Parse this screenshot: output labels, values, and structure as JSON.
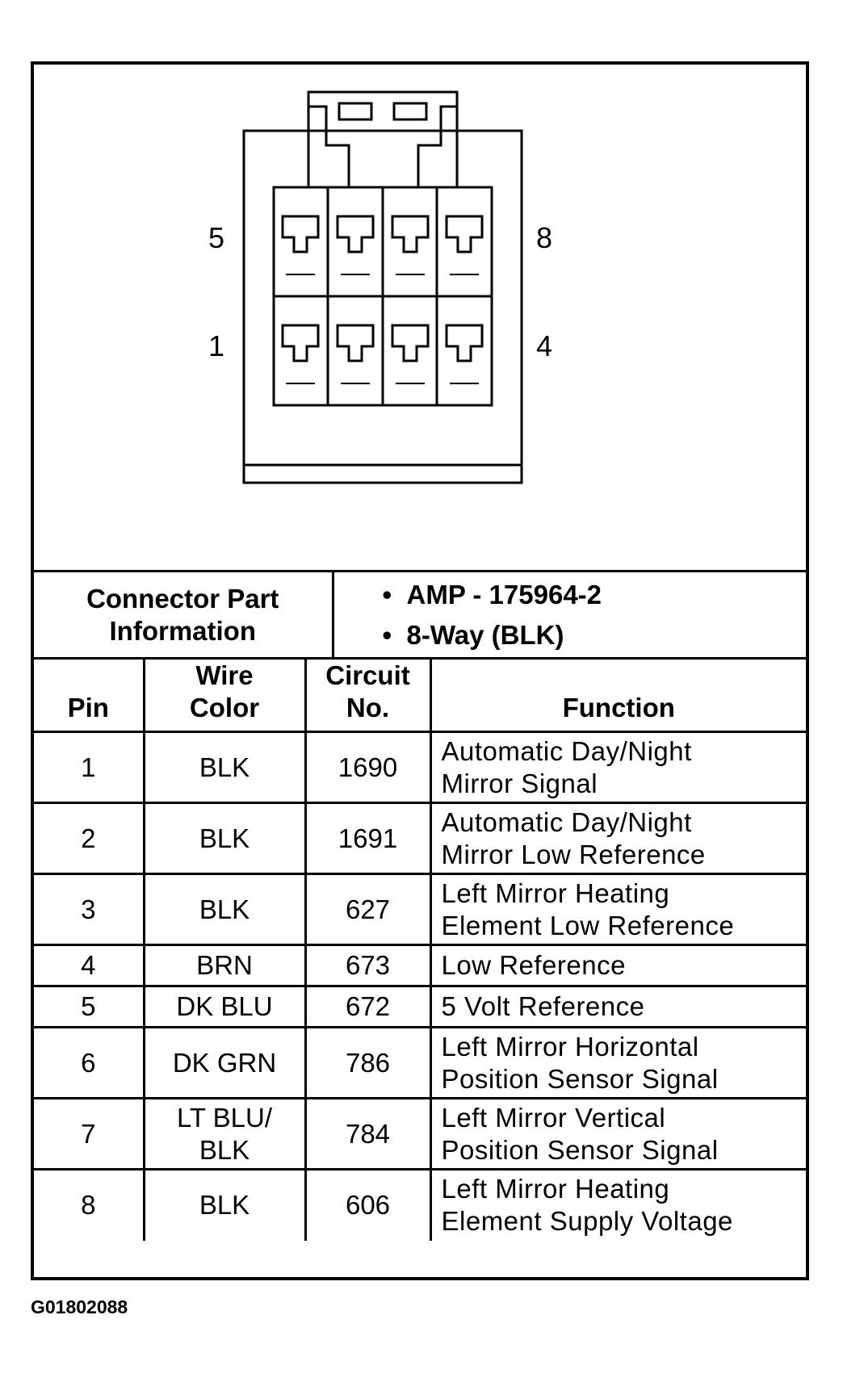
{
  "connector": {
    "pin_labels": {
      "top_left": "5",
      "top_right": "8",
      "bottom_left": "1",
      "bottom_right": "4"
    }
  },
  "part_info": {
    "label_line1": "Connector Part",
    "label_line2": "Information",
    "items": [
      "AMP - 175964-2",
      "8-Way (BLK)"
    ]
  },
  "table": {
    "headers": {
      "pin": "Pin",
      "wire_color_line1": "Wire",
      "wire_color_line2": "Color",
      "circuit_line1": "Circuit",
      "circuit_line2": "No.",
      "function": "Function"
    },
    "rows": [
      {
        "pin": "1",
        "wire": [
          "BLK"
        ],
        "circuit": "1690",
        "function": [
          "Automatic Day/Night",
          "Mirror Signal"
        ]
      },
      {
        "pin": "2",
        "wire": [
          "BLK"
        ],
        "circuit": "1691",
        "function": [
          "Automatic Day/Night",
          "Mirror Low Reference"
        ]
      },
      {
        "pin": "3",
        "wire": [
          "BLK"
        ],
        "circuit": "627",
        "function": [
          "Left Mirror Heating",
          "Element Low Reference"
        ]
      },
      {
        "pin": "4",
        "wire": [
          "BRN"
        ],
        "circuit": "673",
        "function": [
          "Low Reference"
        ]
      },
      {
        "pin": "5",
        "wire": [
          "DK BLU"
        ],
        "circuit": "672",
        "function": [
          "5 Volt Reference"
        ]
      },
      {
        "pin": "6",
        "wire": [
          "DK GRN"
        ],
        "circuit": "786",
        "function": [
          "Left Mirror Horizontal",
          "Position Sensor Signal"
        ]
      },
      {
        "pin": "7",
        "wire": [
          "LT BLU/",
          "BLK"
        ],
        "circuit": "784",
        "function": [
          "Left Mirror Vertical",
          "Position Sensor Signal"
        ]
      },
      {
        "pin": "8",
        "wire": [
          "BLK"
        ],
        "circuit": "606",
        "function": [
          "Left Mirror Heating",
          "Element Supply Voltage"
        ]
      }
    ]
  },
  "figure_id": "G01802088"
}
